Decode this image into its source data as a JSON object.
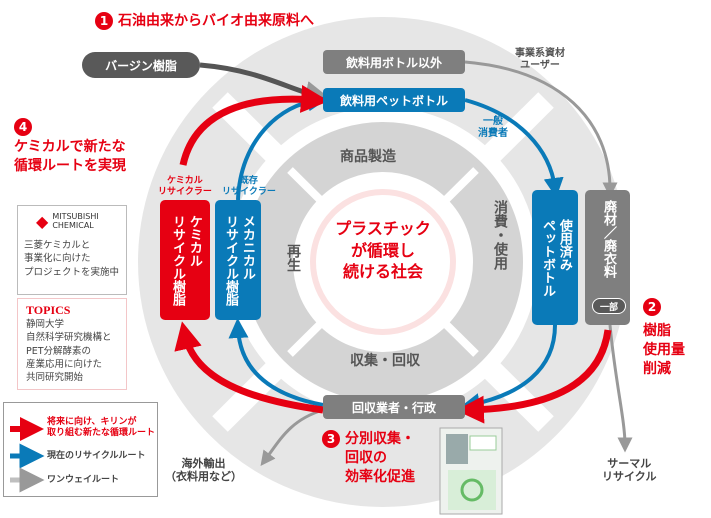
{
  "headings": {
    "h1": {
      "num": "1",
      "text": "石油由来からバイオ由来原料へ"
    },
    "h2": {
      "num": "2",
      "text": "樹脂\n使用量\n削減"
    },
    "h3": {
      "num": "3",
      "text": "分別収集・\n回収の\n効率化促進"
    },
    "h4": {
      "num": "4",
      "text": "ケミカルで新たな\n循環ルートを実現"
    }
  },
  "boxes": {
    "virgin": "バージン樹脂",
    "non_bottle": "飲料用ボトル以外",
    "pet_bottle": "飲料用ペットボトル",
    "used_pet": "使用済み\nペットボトル",
    "waste": "廃材／廃衣料",
    "partial": "一部",
    "collector": "回収業者・行政",
    "chemical_resin": "ケミカル\nリサイクル樹脂",
    "mechanical_resin": "メカニカル\nリサイクル樹脂"
  },
  "labels": {
    "chemical_recycler": "ケミカル\nリサイクラー",
    "existing_recycler": "既存\nリサイクラー",
    "business_users": "事業系資材\nユーザー",
    "consumers": "一般\n消費者",
    "export": "海外輸出\n（衣料用など）",
    "thermal": "サーマル\nリサイクル"
  },
  "sectors": {
    "manufacturing": "商品製造",
    "consumption": "消費・使用",
    "collection": "収集・回収",
    "regeneration": "再生"
  },
  "center": "プラスチック\nが循環し\n続ける社会",
  "mitsubishi": {
    "logo_line1": "MITSUBISHI",
    "logo_line2": "CHEMICAL",
    "text": "三菱ケミカルと\n事業化に向けた\nプロジェクトを実施中"
  },
  "topics": {
    "title": "TOPICS",
    "text": "静岡大学\n自然科学研究機構と\nPET分解酵素の\n産業応用に向けた\n共同研究開始"
  },
  "legend": [
    {
      "text": "将来に向け、キリンが\n取り組む新たな循環ルート",
      "color": "#e60012"
    },
    {
      "text": "現在のリサイクルルート",
      "color": "#0a7ab8"
    },
    {
      "text": "ワンウェイルート",
      "color": "#bfbfbf"
    }
  ]
}
